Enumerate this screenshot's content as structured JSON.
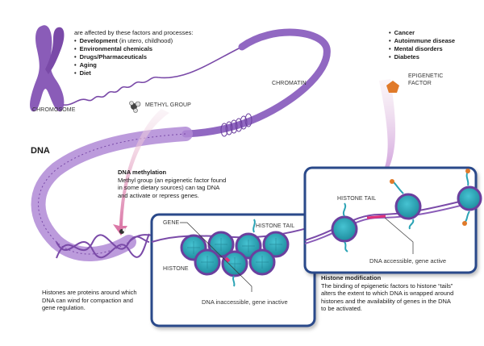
{
  "factors": {
    "intro": "are affected by these factors and processes:",
    "items": [
      {
        "bold": "Development",
        "rest": " (in utero, childhood)"
      },
      {
        "bold": "Environmental chemicals",
        "rest": ""
      },
      {
        "bold": "Drugs/Pharmaceuticals",
        "rest": ""
      },
      {
        "bold": "Aging",
        "rest": ""
      },
      {
        "bold": "Diet",
        "rest": ""
      }
    ]
  },
  "diseases": [
    "Cancer",
    "Autoimmune disease",
    "Mental disorders",
    "Diabetes"
  ],
  "labels": {
    "chromosome": "CHROMOSOME",
    "chromatin": "CHROMATIN",
    "methyl_group": "METHYL GROUP",
    "epigenetic_factor_line1": "EPIGENETIC",
    "epigenetic_factor_line2": "FACTOR",
    "dna": "DNA",
    "gene": "GENE",
    "histone": "HISTONE",
    "histone_tail_left": "HISTONE TAIL",
    "histone_tail_right": "HISTONE TAIL",
    "dna_inaccessible": "DNA inaccessible, gene inactive",
    "dna_accessible": "DNA accessible, gene active"
  },
  "methylation": {
    "title": "DNA methylation",
    "body": [
      "Methyl group (an epigenetic factor found",
      "in some dietary sources) can tag DNA",
      "and activate or repress genes."
    ]
  },
  "histones_note": [
    "Histones are proteins around which",
    "DNA can wind for compaction and",
    "gene regulation."
  ],
  "histone_mod": {
    "title": "Histone modification",
    "body": [
      "The binding of epigenetic factors to histone “tails”",
      "alters the extent to which DNA is wrapped around",
      "histones and the availability of genes in the DNA",
      "to be activated."
    ]
  },
  "colors": {
    "dna_purple": "#8a5cb8",
    "dark_purple": "#6b3f9e",
    "histone_teal": "#2aa3b5",
    "box_border": "#2a4a8a",
    "epigenetic_orange": "#e07a2a",
    "arrow_pink": "#e8a6c4",
    "gene_magenta": "#e0307a"
  }
}
